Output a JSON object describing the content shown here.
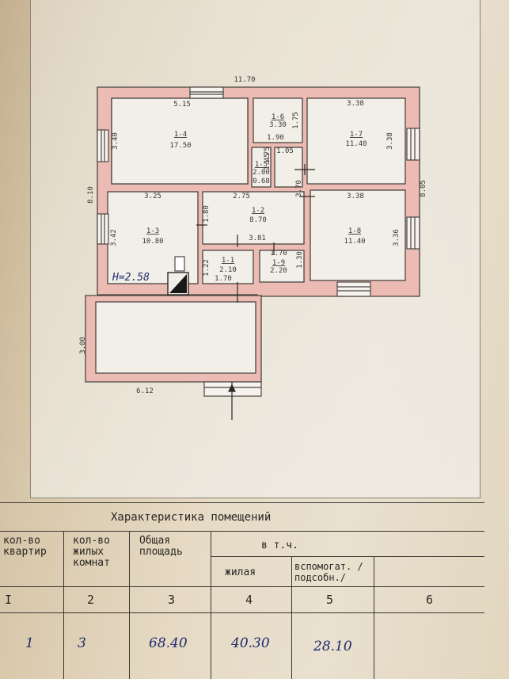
{
  "plan": {
    "overall_width": "11.70",
    "overall_depth_left": "8.10",
    "overall_depth_right": "8.05",
    "ceiling_height": "H=2.58",
    "veranda": {
      "depth": "3.00",
      "width": "6.12"
    },
    "rooms": [
      {
        "id": "1-4",
        "area": "17.50",
        "w": "5.15",
        "h": "3.40"
      },
      {
        "id": "1-6",
        "area": "3.30",
        "w": "1.90",
        "h": "1.75"
      },
      {
        "id": "1-7",
        "area": "11.40",
        "w": "3.38",
        "h": "3.38"
      },
      {
        "id": "1-5",
        "area": "2.00",
        "w": "0.68",
        "h": "1.45",
        "extra": "1.75"
      },
      {
        "id": "1-3",
        "area": "10.80",
        "w": "3.25",
        "h": "3.42"
      },
      {
        "id": "1-2",
        "area": "8.70",
        "w": "2.75",
        "h": "1.80",
        "extra": "3.81"
      },
      {
        "id": "1-8",
        "area": "11.40",
        "w": "3.38",
        "h": "3.36"
      },
      {
        "id": "1-1",
        "area": "2.10",
        "w": "1.70",
        "h": "1.22"
      },
      {
        "id": "1-9",
        "area": "2.20",
        "w": "1.70",
        "h": "1.30"
      }
    ],
    "extra_dims": [
      "1.05",
      "3.70"
    ]
  },
  "table": {
    "title": "Характеристика помещений",
    "headers": {
      "col1": "кол-во квартир",
      "col2": "кол-во жилых комнат",
      "col3": "Общая площадь",
      "col45": "в т.ч.",
      "col4": "жилая",
      "col5": "вспомогат. /подсобн./"
    },
    "numbers": [
      "I",
      "2",
      "3",
      "4",
      "5",
      "6"
    ],
    "row": [
      "1",
      "3",
      "68.40",
      "40.30",
      "28.10",
      ""
    ]
  },
  "colors": {
    "wall": "#ecbcb4",
    "ink": "#3a3630",
    "handwriting": "#1f2a6b"
  }
}
